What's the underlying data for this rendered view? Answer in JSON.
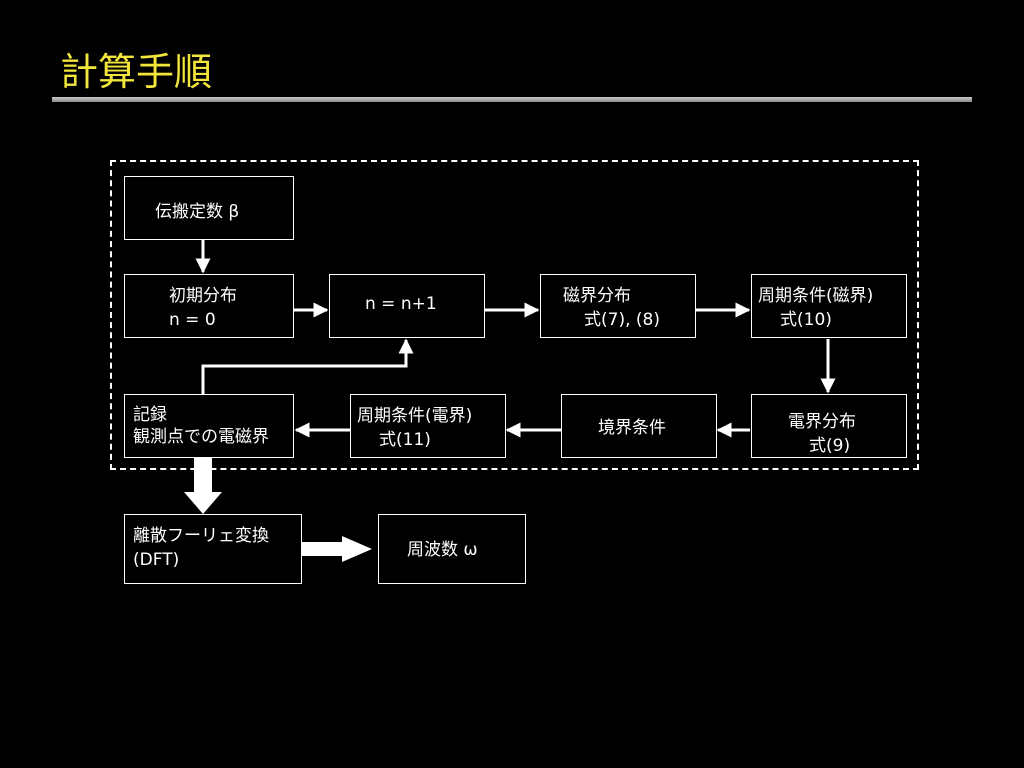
{
  "slide": {
    "title": "計算手順"
  },
  "diagram": {
    "boxes": {
      "propagation": {
        "line1": "伝搬定数 β"
      },
      "initial": {
        "line1": "初期分布",
        "line2": "n = 0"
      },
      "increment": {
        "line1": "n = n+1"
      },
      "magnetic": {
        "line1": "磁界分布",
        "line2": "式(7), (8)"
      },
      "periodic_magnetic": {
        "line1": "周期条件(磁界)",
        "line2": "式(10)"
      },
      "electric": {
        "line1": "電界分布",
        "line2": "式(9)"
      },
      "boundary": {
        "line1": "境界条件"
      },
      "periodic_electric": {
        "line1": "周期条件(電界)",
        "line2": "式(11)"
      },
      "record": {
        "line1": "記録",
        "line2": "観測点での電磁界"
      },
      "dft": {
        "line1": "離散フーリェ変換",
        "line2": "(DFT)"
      },
      "frequency": {
        "line1": "周波数 ω"
      }
    },
    "colors": {
      "title": "#f2e63c",
      "foreground": "#ffffff",
      "background": "#000000"
    }
  }
}
